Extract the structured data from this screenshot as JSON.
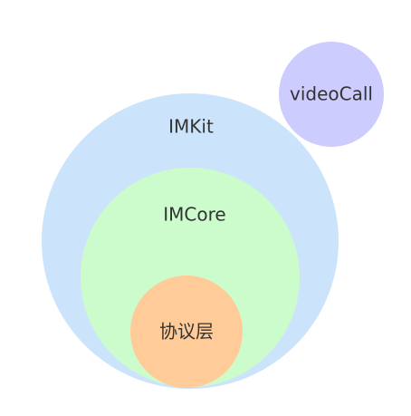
{
  "diagram": {
    "layers": [
      {
        "id": "imkit",
        "label": "IMKit",
        "color": "#cce4fb"
      },
      {
        "id": "imcore",
        "label": "IMCore",
        "color": "#ccfccc"
      },
      {
        "id": "protocol",
        "label": "协议层",
        "color": "#ffcc99"
      },
      {
        "id": "videocall",
        "label": "videoCall",
        "color": "#ccccff"
      }
    ]
  }
}
